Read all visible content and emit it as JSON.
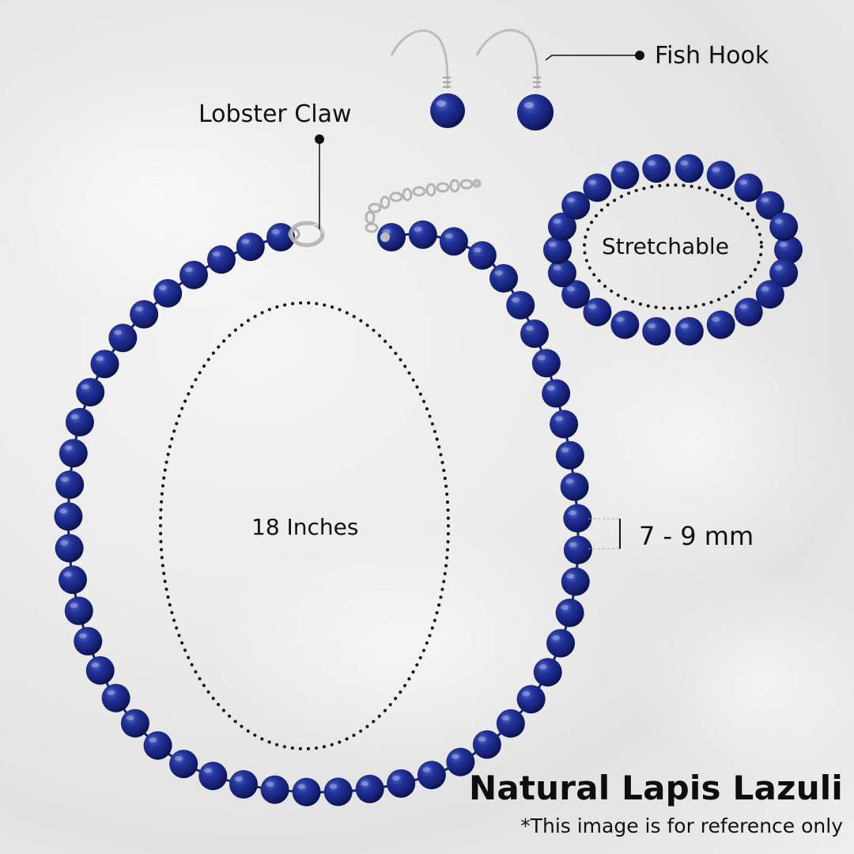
{
  "labels": {
    "lobster_claw": "Lobster Claw",
    "fish_hook": "Fish Hook",
    "stretchable": "Stretchable",
    "length": "18 Inches",
    "bead_size": "7 - 9 mm"
  },
  "product": {
    "title": "Natural Lapis Lazuli",
    "disclaimer": "*This image is for reference only"
  },
  "colors": {
    "bead": "#1c2a8c",
    "bead_dark": "#0c1450",
    "bead_highlight": "#6f7fd8",
    "cord": "#17246e",
    "silver": "#c9c9c9",
    "text": "#111111"
  },
  "icons": {
    "earring": "fish-hook-earring-icon",
    "clasp": "lobster-claw-clasp-icon",
    "leader_dot": "leader-dot-icon"
  }
}
